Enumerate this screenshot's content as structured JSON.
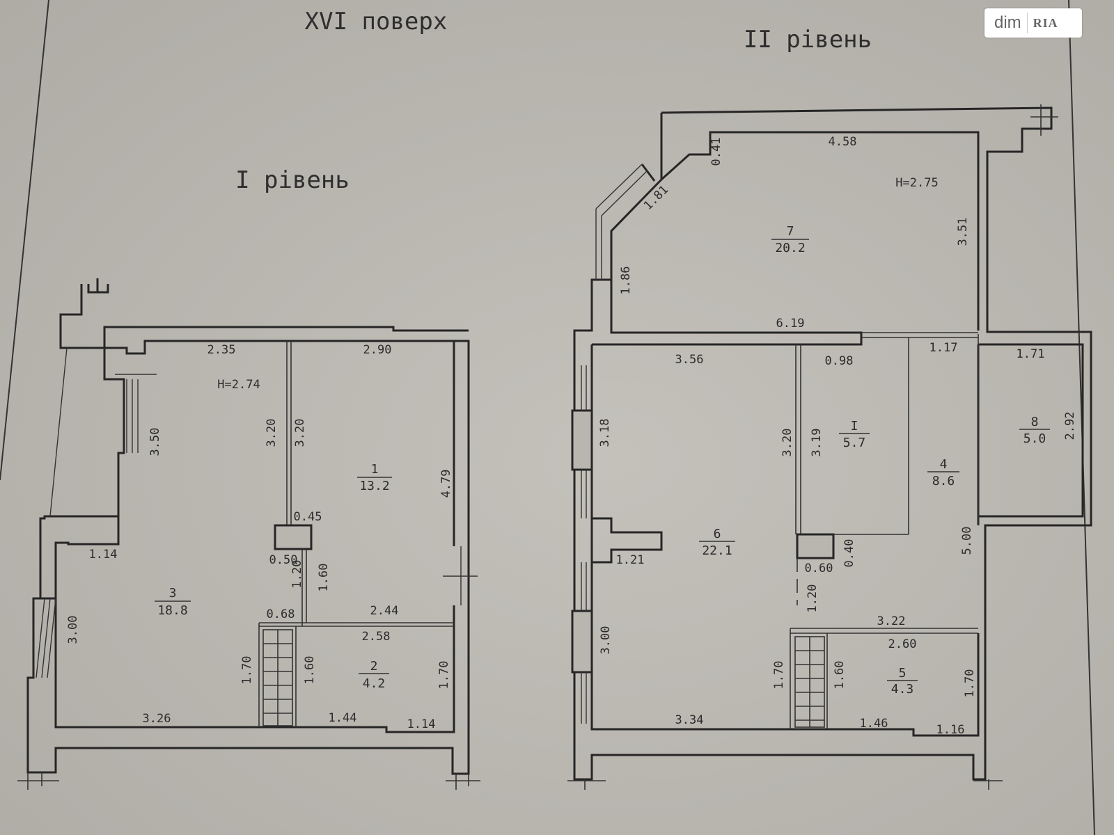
{
  "titles": {
    "floor": "XVI поверх",
    "level1": "I рівень",
    "level2": "II рівень"
  },
  "watermark": {
    "left": "dim",
    "right": "RIA"
  },
  "level1": {
    "height_note": "H=2.74",
    "rooms": [
      {
        "num": "1",
        "area": "13.2"
      },
      {
        "num": "2",
        "area": "4.2"
      },
      {
        "num": "3",
        "area": "18.8"
      }
    ],
    "dims": [
      "2.35",
      "2.90",
      "3.50",
      "3.20",
      "3.20",
      "4.79",
      "0.45",
      "0.50",
      "1.20",
      "1.60",
      "1.14",
      "3.00",
      "0.68",
      "2.44",
      "2.58",
      "1.70",
      "1.60",
      "1.70",
      "3.26",
      "1.44",
      "1.14"
    ]
  },
  "level2": {
    "height_note": "H=2.75",
    "rooms": [
      {
        "num": "7",
        "area": "20.2"
      },
      {
        "num": "6",
        "area": "22.1"
      },
      {
        "num": "I",
        "area": "5.7"
      },
      {
        "num": "4",
        "area": "8.6"
      },
      {
        "num": "8",
        "area": "5.0"
      },
      {
        "num": "5",
        "area": "4.3"
      }
    ],
    "dims": [
      "0.41",
      "4.58",
      "1.81",
      "1.86",
      "3.51",
      "6.19",
      "3.56",
      "0.98",
      "1.17",
      "1.71",
      "3.18",
      "3.20",
      "3.19",
      "2.92",
      "1.21",
      "0.40",
      "0.60",
      "5.00",
      "1.20",
      "3.22",
      "2.60",
      "3.00",
      "1.70",
      "1.60",
      "1.70",
      "3.34",
      "1.46",
      "1.16"
    ]
  }
}
